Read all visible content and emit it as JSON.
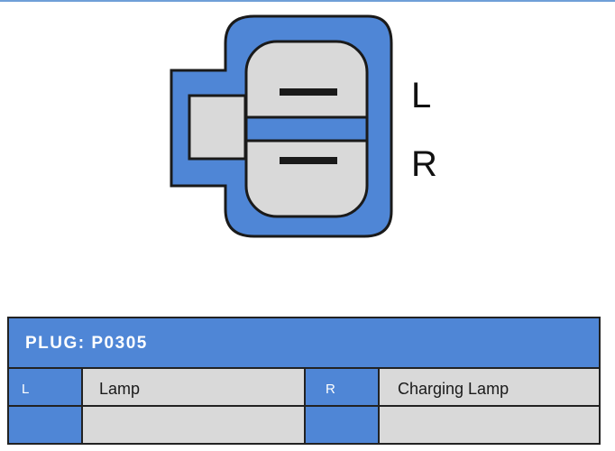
{
  "diagram": {
    "pins": [
      {
        "code": "L"
      },
      {
        "code": "R"
      }
    ]
  },
  "plug": {
    "title": "PLUG: P0305",
    "rows": [
      {
        "code1": "L",
        "desc1": "Lamp",
        "code2": "R",
        "desc2": "Charging Lamp"
      },
      {
        "code1": "",
        "desc1": "",
        "code2": "",
        "desc2": ""
      }
    ]
  },
  "colors": {
    "accent": "#4f86d6",
    "cell_fill": "#d9d9d9",
    "outline": "#222222"
  }
}
